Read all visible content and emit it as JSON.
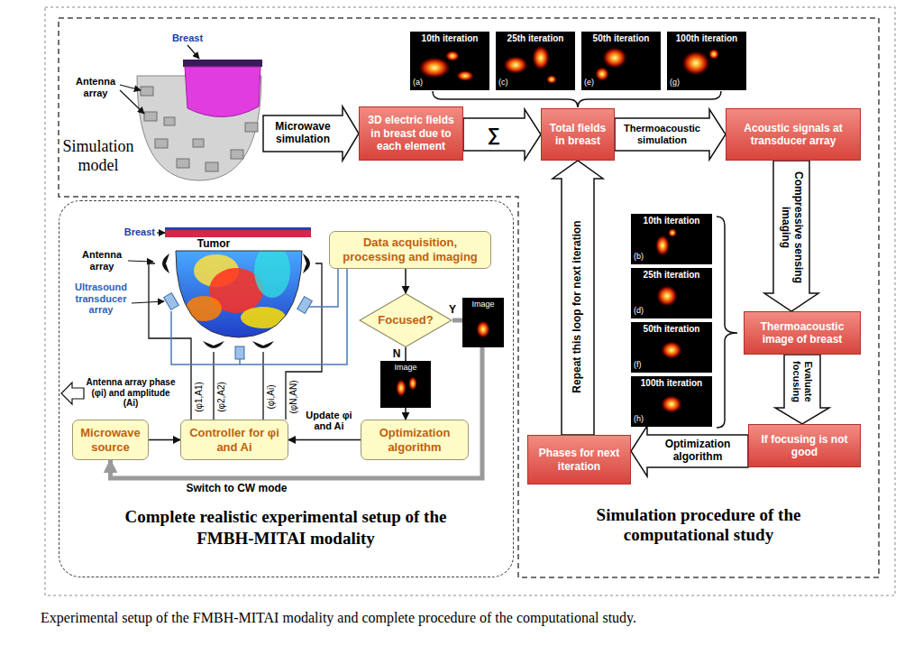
{
  "diagram": {
    "caption": "Experimental setup of the FMBH-MITAI modality and complete procedure of the computational study.",
    "nodes": [
      {
        "text": [
          "3D electric fields in breast due to each element"
        ]
      },
      {
        "text": [
          "Total fields in breast"
        ]
      },
      {
        "text": [
          "Acoustic signals at transducer array"
        ]
      },
      {
        "text": [
          "Complete realistic experimental setup of the FMBH-MITAI modality"
        ]
      },
      {
        "text": [
          "Data acquisition, processing and imaging"
        ],
        "in": 3
      },
      {
        "text": [
          "Focused?"
        ],
        "in": 3
      },
      {
        "text": [
          "Optimization algorithm"
        ],
        "in": 3
      },
      {
        "text": [
          "Controller for φi and Ai"
        ],
        "in": 3
      },
      {
        "text": [
          "Microwave source"
        ],
        "in": 3
      },
      {
        "text": [
          "Thermoacoustic image of breast"
        ]
      },
      {
        "text": [
          "If focusing is not good"
        ]
      },
      {
        "text": [
          "Phases for next iteration"
        ]
      }
    ],
    "edges": [
      {
        "from": 0,
        "to": 1,
        "label": "∑",
        "arrow": "to"
      },
      {
        "from": 1,
        "to": 2,
        "label": "Thermoacoustic simulation",
        "arrow": "to"
      },
      {
        "from": 2,
        "to": 9,
        "label": "Compressive sensing imaging",
        "arrow": "to"
      },
      {
        "from": 9,
        "to": 10,
        "label": "Evaluate focusing",
        "arrow": "to"
      },
      {
        "from": 10,
        "to": 11,
        "label": "Optimization algorithm",
        "arrow": "to"
      },
      {
        "from": 11,
        "to": 1,
        "label": "Repeat this loop for next iteration",
        "arrow": "to"
      },
      {
        "from": 4,
        "to": 5,
        "arrow": "to"
      },
      {
        "from": 5,
        "to": 6,
        "label": "N",
        "arrow": "to"
      },
      {
        "from": 6,
        "to": 7,
        "label": "Update φi and Ai",
        "arrow": "to"
      },
      {
        "from": 8,
        "to": 7,
        "arrow": "to"
      },
      {
        "from": 5,
        "to": 8,
        "label": "Switch to CW mode",
        "arrow": "to"
      }
    ],
    "labels": [
      "Breast",
      "Antenna array",
      "Simulation model",
      "Microwave simulation",
      "10th iteration",
      "(a)",
      "25th iteration",
      "(c)",
      "50th iteration",
      "(e)",
      "100th iteration",
      "(g)",
      "10th iteration",
      "(b)",
      "25th iteration",
      "(d)",
      "50th iteration",
      "(f)",
      "100th iteration",
      "(h)",
      "Breast",
      "Tumor",
      "Antenna array",
      "Ultrasound transducer array",
      "Y",
      "Image",
      "Image",
      "(φ1,A1)",
      "(φ2,A2)",
      "(φi,Ai)",
      "(φN,AN)",
      "Antenna array phase (φi) and amplitude (Ai)",
      "Simulation procedure of the computational study"
    ]
  }
}
